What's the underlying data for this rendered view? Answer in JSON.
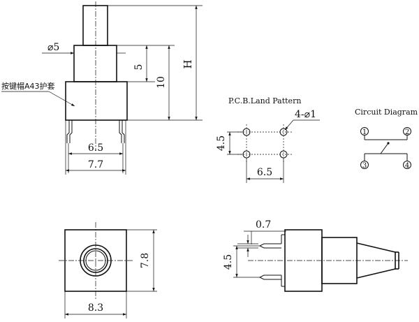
{
  "front_view": {
    "dia_label": "⌀5",
    "dim_5": "5",
    "dim_10": "10",
    "dim_h": "H",
    "callout": "按键帽A43护套",
    "dim_6_5": "6.5",
    "dim_7_7": "7.7"
  },
  "pcb": {
    "title": "P.C.B.Land Pattern",
    "holes_label": "4-⌀1",
    "dim_4_5": "4.5",
    "dim_6_5": "6.5"
  },
  "circuit": {
    "title": "Circuit Diagram",
    "pins": [
      "1",
      "2",
      "3",
      "4"
    ]
  },
  "top_view": {
    "dim_7_8": "7.8",
    "dim_8_3": "8.3"
  },
  "side_view": {
    "dim_0_7": "0.7",
    "dim_4_5": "4.5"
  }
}
